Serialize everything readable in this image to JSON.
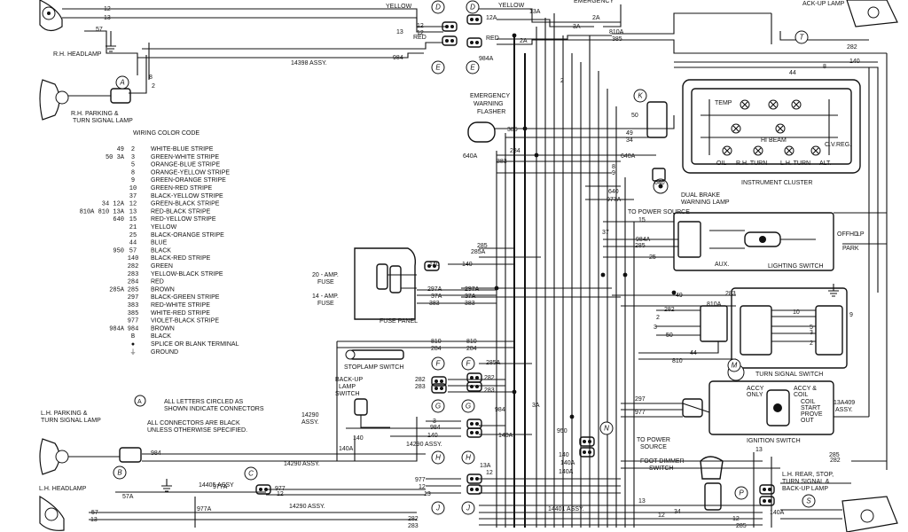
{
  "components": {
    "rh_headlamp": "R.H. HEADLAMP",
    "rh_parking": "R.H. PARKING &",
    "rh_parking2": "TURN SIGNAL LAMP",
    "lh_parking": "L.H. PARKING &",
    "lh_parking2": "TURN SIGNAL LAMP",
    "lh_headlamp": "L.H. HEADLAMP",
    "emergency_flasher": [
      "EMERGENCY",
      "WARNING",
      "FLASHER"
    ],
    "instrument_cluster": "INSTRUMENT CLUSTER",
    "dual_brake": [
      "DUAL BRAKE",
      "WARNING LAMP"
    ],
    "to_power_source": "TO POWER SOURCE",
    "lighting_switch": "LIGHTING SWITCH",
    "fuse_panel": "FUSE PANEL",
    "fuse20": [
      "20 - AMP.",
      "FUSE"
    ],
    "fuse14": [
      "14 - AMP.",
      "FUSE"
    ],
    "stoplamp_switch": "STOPLAMP SWITCH",
    "backup_switch": [
      "BACK-UP",
      "LAMP",
      "SWITCH"
    ],
    "turn_signal_switch": "TURN SIGNAL SWITCH",
    "ignition_switch": "IGNITION SWITCH",
    "foot_dimmer": [
      "FOOT DIMMER",
      "SWITCH"
    ],
    "to_power_source2": [
      "TO POWER",
      "SOURCE"
    ],
    "lh_rear": [
      "L.H. REAR, STOP,",
      "TURN SIGNAL &",
      "BACK-UP LAMP"
    ],
    "ack_up_lamp": "ACK-UP LAMP",
    "assy_13a409": [
      "13A409",
      "ASSY."
    ],
    "accy_labels": [
      "ACCY",
      "ONLY",
      "ACCY &",
      "COIL",
      "COIL",
      "START",
      "PROVE",
      "OUT"
    ],
    "cluster_labels": [
      "TEMP",
      "OIL",
      "HI BEAM",
      "R.H. TURN",
      "L.H. TURN",
      "C.V.REG.",
      "ALT."
    ],
    "switch_labels": [
      "OFF",
      "HD",
      "LP",
      "PARK",
      "AUX."
    ]
  },
  "assemblies": {
    "a14398": "14398 ASSY.",
    "a14290_top": "14290 ASSY.",
    "a14290_left": [
      "14290",
      "ASSY."
    ],
    "a14290_b": "14290 ASSY.",
    "a14405": "14405 ASSY",
    "a14401": "14401 ASSY."
  },
  "legend": {
    "title": "WIRING COLOR CODE",
    "rows": [
      {
        "alt": "49",
        "code": "2",
        "color": "WHITE-BLUE STRIPE"
      },
      {
        "alt": "50   3A",
        "code": "3",
        "color": "GREEN-WHITE STRIPE"
      },
      {
        "alt": "",
        "code": "5",
        "color": "ORANGE-BLUE STRIPE"
      },
      {
        "alt": "",
        "code": "8",
        "color": "ORANGE-YELLOW STRIPE"
      },
      {
        "alt": "",
        "code": "9",
        "color": "GREEN-ORANGE STRIPE"
      },
      {
        "alt": "",
        "code": "10",
        "color": "GREEN-RED STRIPE"
      },
      {
        "alt": "",
        "code": "37",
        "color": "BLACK-YELLOW STRIPE"
      },
      {
        "alt": "34   12A",
        "code": "12",
        "color": "GREEN-BLACK STRIPE"
      },
      {
        "alt": "810A   810   13A",
        "code": "13",
        "color": "RED-BLACK STRIPE"
      },
      {
        "alt": "640",
        "code": "15",
        "color": "RED-YELLOW STRIPE"
      },
      {
        "alt": "",
        "code": "21",
        "color": "YELLOW"
      },
      {
        "alt": "",
        "code": "25",
        "color": "BLACK-ORANGE STRIPE"
      },
      {
        "alt": "",
        "code": "44",
        "color": "BLUE"
      },
      {
        "alt": "950",
        "code": "57",
        "color": "BLACK"
      },
      {
        "alt": "",
        "code": "140",
        "color": "BLACK-RED STRIPE"
      },
      {
        "alt": "",
        "code": "282",
        "color": "GREEN"
      },
      {
        "alt": "",
        "code": "283",
        "color": "YELLOW-BLACK STRIPE"
      },
      {
        "alt": "",
        "code": "284",
        "color": "RED"
      },
      {
        "alt": "285A",
        "code": "285",
        "color": "BROWN"
      },
      {
        "alt": "",
        "code": "297",
        "color": "BLACK-GREEN STRIPE"
      },
      {
        "alt": "",
        "code": "383",
        "color": "RED-WHITE STRIPE"
      },
      {
        "alt": "",
        "code": "385",
        "color": "WHITE-RED STRIPE"
      },
      {
        "alt": "",
        "code": "977",
        "color": "VIOLET-BLACK STRIPE"
      },
      {
        "alt": "984A",
        "code": "984",
        "color": "BROWN"
      },
      {
        "alt": "",
        "code": "B",
        "color": "BLACK"
      },
      {
        "alt": "",
        "code": "●",
        "color": "SPLICE OR BLANK TERMINAL"
      },
      {
        "alt": "",
        "code": "⏚",
        "color": "GROUND"
      }
    ]
  },
  "notes": {
    "all_letters": "ALL LETTERS CIRCLED AS",
    "all_letters2": "SHOWN INDICATE CONNECTORS",
    "all_connectors": "ALL CONNECTORS ARE BLACK",
    "all_connectors2": "UNLESS OTHERWISE SPECIFIED."
  },
  "connector_letters": [
    "A",
    "B",
    "C",
    "D",
    "E",
    "F",
    "G",
    "H",
    "J",
    "K",
    "M",
    "N",
    "P",
    "S",
    "T"
  ],
  "wire_labels": {
    "yellow": "YELLOW",
    "red": "RED",
    "emergency_top": "EMERGENCY",
    "n12": "12",
    "n13": "13",
    "n57": "57",
    "n984": "984",
    "n8": "8",
    "n2": "2",
    "n12a": "12A",
    "n13a": "13A",
    "n2a": "2A",
    "n3a": "3A",
    "n810a": "810A",
    "n385": "385",
    "n282": "282",
    "n140": "140",
    "n44": "44",
    "n50": "50",
    "n49": "49",
    "n34": "34",
    "n640a": "640A",
    "n383": "383",
    "n284": "284",
    "n984a": "984A",
    "n640": "640",
    "n977a": "977A",
    "n15": "15",
    "n37": "37",
    "n285": "285",
    "n285a": "285A",
    "n25": "25",
    "n297a": "297A",
    "n37a": "37A",
    "n810": "810",
    "n283": "283",
    "n10": "10",
    "n9": "9",
    "n3": "3",
    "n5": "5",
    "n297": "297",
    "n977": "977",
    "n140a": "140A",
    "n950": "950",
    "n57a": "57A",
    "n977a2": "977A"
  }
}
